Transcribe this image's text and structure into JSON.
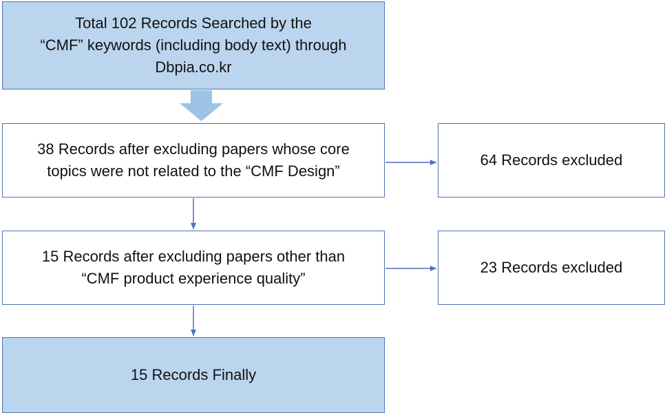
{
  "flowchart": {
    "start": {
      "lines": [
        "Total 102 Records Searched by the",
        "“CMF” keywords (including body text) through",
        "Dbpia.co.kr"
      ]
    },
    "step1": {
      "lines": [
        "38 Records after excluding papers whose core",
        "topics were not related to the “CMF Design”"
      ]
    },
    "excluded1": {
      "label": "64 Records excluded"
    },
    "step2": {
      "lines": [
        "15 Records after excluding papers other than",
        "“CMF product experience quality”"
      ]
    },
    "excluded2": {
      "label": "23 Records excluded"
    },
    "final": {
      "label": "15 Records Finally"
    }
  },
  "colors": {
    "box_fill_highlight": "#bcd5ef",
    "box_border": "#4f6fb0",
    "arrow": "#4a6fc0",
    "block_arrow": "#9dc3e6"
  }
}
